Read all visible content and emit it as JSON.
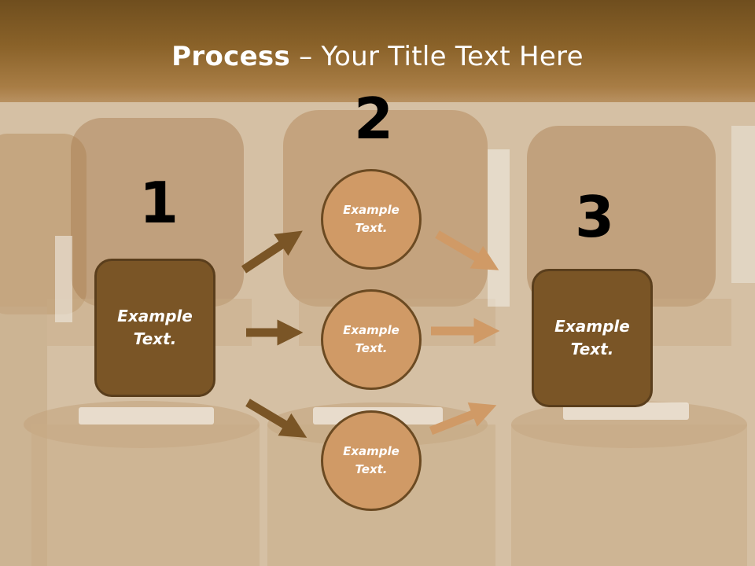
{
  "title": {
    "bold": "Process",
    "rest": " – Your Title Text Here"
  },
  "numbers": {
    "n1": "1",
    "n2": "2",
    "n3": "3"
  },
  "left_box": {
    "line1": "Example",
    "line2": "Text."
  },
  "right_box": {
    "line1": "Example",
    "line2": "Text."
  },
  "circles": [
    {
      "line1": "Example",
      "line2": "Text."
    },
    {
      "line1": "Example",
      "line2": "Text."
    },
    {
      "line1": "Example",
      "line2": "Text."
    }
  ],
  "colors": {
    "title_bar": "#8a6229",
    "box_fill": "#7a5526",
    "circle_fill": "#d09a66",
    "left_arrows": "#7a5526",
    "right_arrows": "#d09a66"
  }
}
